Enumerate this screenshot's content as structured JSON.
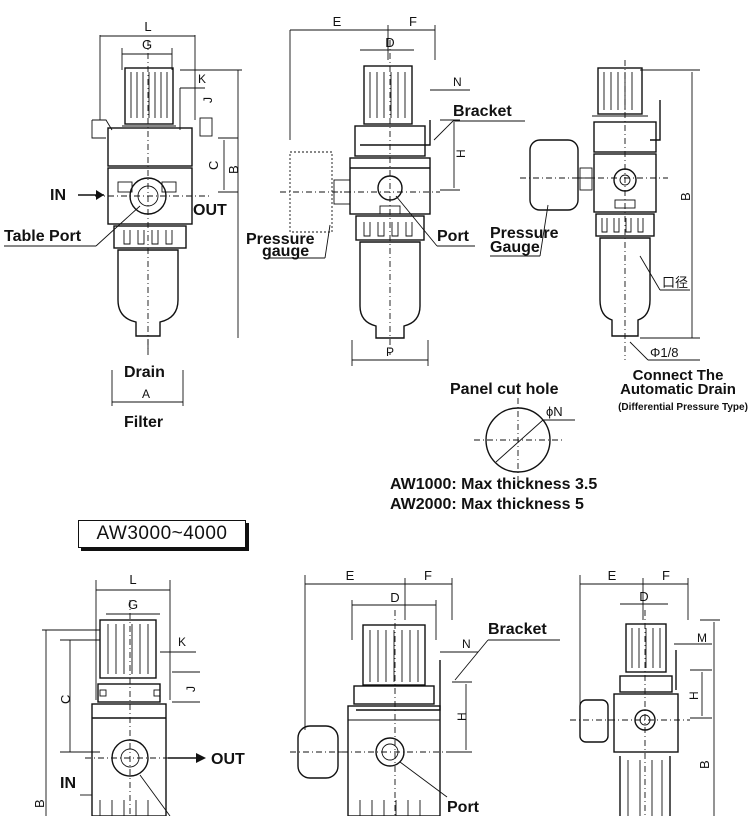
{
  "series_header": "AW3000~4000",
  "dims": {
    "L": "L",
    "G": "G",
    "K": "K",
    "J": "J",
    "C": "C",
    "B": "B",
    "E": "E",
    "F": "F",
    "D": "D",
    "N": "N",
    "H": "H",
    "P": "P",
    "A": "A",
    "M": "M"
  },
  "labels": {
    "in": "IN",
    "out": "OUT",
    "table_port": "Table Port",
    "drain": "Drain",
    "filter": "Filter",
    "bracket": "Bracket",
    "pressure_gauge_1": "Pressure",
    "pressure_gauge_2": "gauge",
    "port": "Port",
    "pressure_gauge_cap_1": "Pressure",
    "pressure_gauge_cap_2": "Gauge",
    "caliber": "口径",
    "thread": "Φ1/8",
    "connect_1": "Connect The",
    "connect_2": "Automatic Drain",
    "connect_3": "(Differential Pressure Type)",
    "panel_cut_hole": "Panel cut hole",
    "phi_n": "ϕN",
    "aw1000": "AW1000: Max thickness 3.5",
    "aw2000": "AW2000: Max thickness 5"
  }
}
